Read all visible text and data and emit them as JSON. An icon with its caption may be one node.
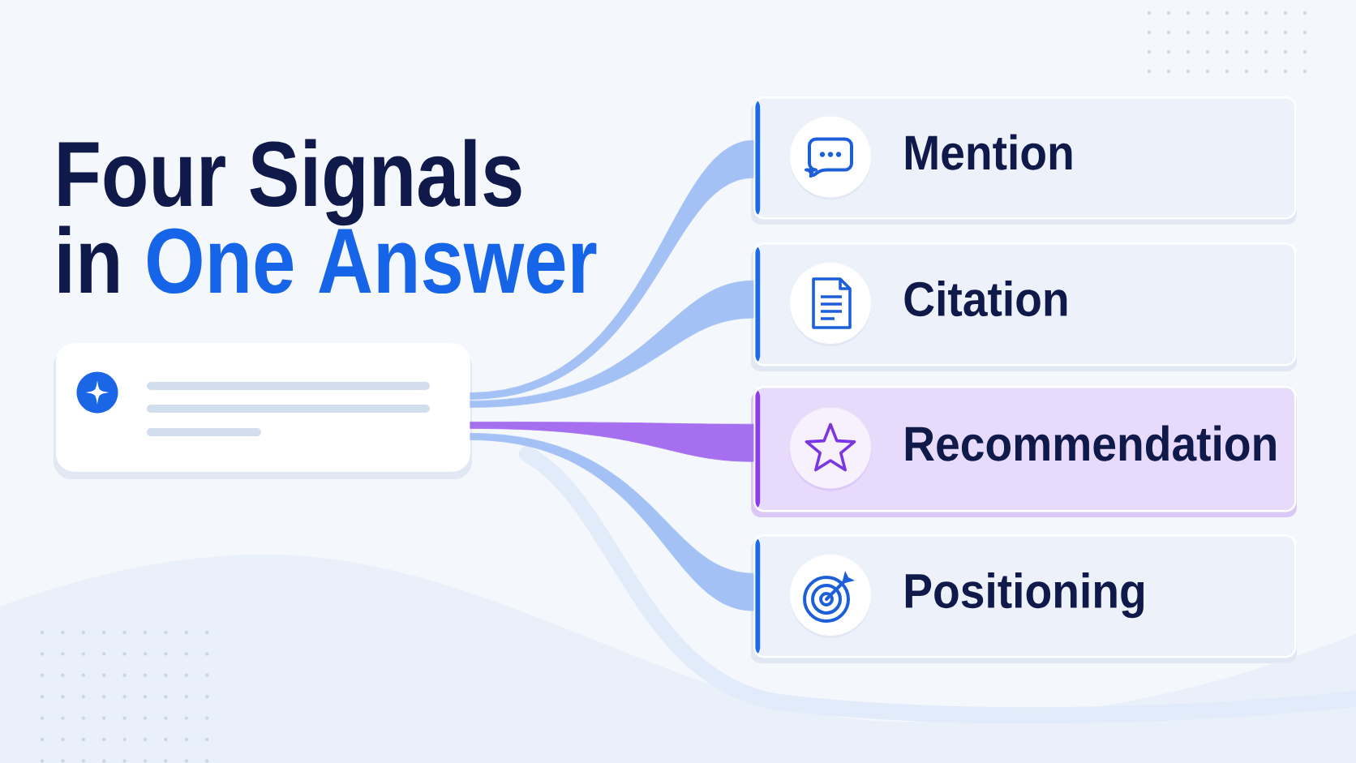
{
  "diagram": {
    "title": "Four Signals in *One Answer*",
    "nodes": [
      {
        "text": [],
        "shape": "box"
      },
      {
        "text": [
          "Mention"
        ]
      },
      {
        "text": [
          "Citation"
        ]
      },
      {
        "text": [
          "Recommendation"
        ]
      },
      {
        "text": [
          "Positioning"
        ]
      }
    ],
    "edges": [
      {
        "from": 0,
        "to": 1,
        "arrow": "none"
      },
      {
        "from": 0,
        "to": 2,
        "arrow": "none"
      },
      {
        "from": 0,
        "to": 3,
        "arrow": "none",
        "color": "#a56ff0"
      },
      {
        "from": 0,
        "to": 4,
        "arrow": "none"
      }
    ]
  }
}
